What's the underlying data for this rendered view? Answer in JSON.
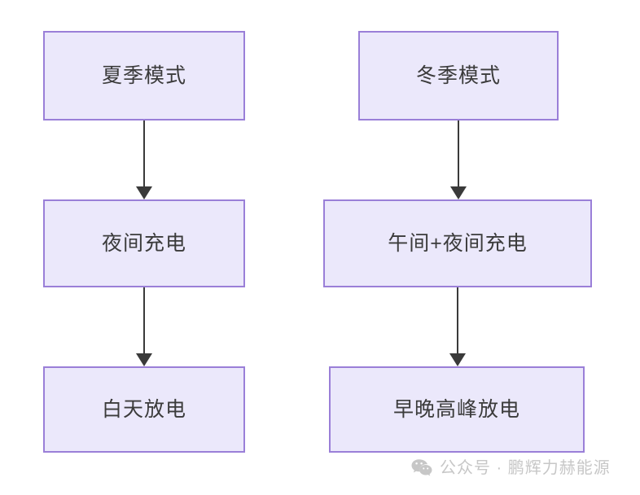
{
  "diagram": {
    "type": "flowchart",
    "title": "",
    "colors": {
      "node_fill": "#ebe8fb",
      "node_border": "#9a7fd8",
      "node_text": "#3b3b3b",
      "arrow": "#3a3a3a",
      "background": "#ffffff",
      "watermark_text": "#c7c7c7"
    },
    "columns": [
      {
        "name": "summer-branch",
        "nodes": [
          {
            "id": "summer-mode",
            "label": "夏季模式"
          },
          {
            "id": "night-charge",
            "label": "夜间充电"
          },
          {
            "id": "daytime-discharge",
            "label": "白天放电"
          }
        ]
      },
      {
        "name": "winter-branch",
        "nodes": [
          {
            "id": "winter-mode",
            "label": "冬季模式"
          },
          {
            "id": "noon-night-charge",
            "label": "午间+夜间充电"
          },
          {
            "id": "peak-hours-discharge",
            "label": "早晚高峰放电"
          }
        ]
      }
    ],
    "connectors": [
      {
        "id": "summer-1",
        "from": "summer-mode",
        "to": "night-charge",
        "style": "arrow-down"
      },
      {
        "id": "summer-2",
        "from": "night-charge",
        "to": "daytime-discharge",
        "style": "arrow-down"
      },
      {
        "id": "winter-1",
        "from": "winter-mode",
        "to": "noon-night-charge",
        "style": "arrow-down"
      },
      {
        "id": "winter-2",
        "from": "noon-night-charge",
        "to": "peak-hours-discharge",
        "style": "arrow-down"
      }
    ]
  },
  "watermark": {
    "icon": "wechat-icon",
    "text": "公众号 · 鹏辉力赫能源"
  }
}
